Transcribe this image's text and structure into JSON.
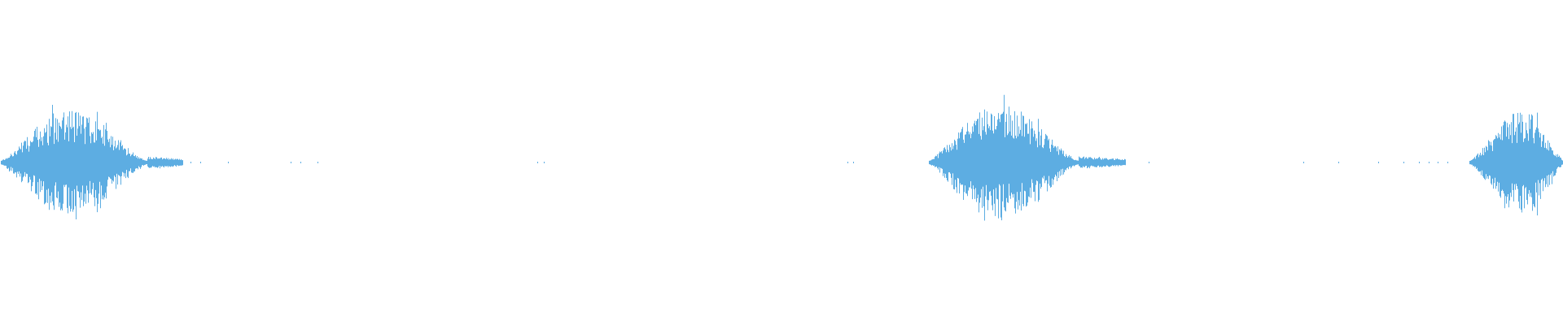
{
  "waveform": {
    "color": "#5dade2",
    "background": "#ffffff",
    "bursts": [
      {
        "name": "burst-1",
        "start": 0.0,
        "peak": 0.044,
        "end": 0.094,
        "amplitude": 0.62
      },
      {
        "name": "burst-2",
        "start": 0.594,
        "peak": 0.638,
        "end": 0.69,
        "amplitude": 0.7
      },
      {
        "name": "burst-3",
        "start": 0.94,
        "peak": 0.975,
        "end": 1.0,
        "amplitude": 0.62
      }
    ],
    "tails": [
      {
        "start": 0.094,
        "end": 0.117
      },
      {
        "start": 0.69,
        "end": 0.72
      }
    ],
    "sparse_ticks": [
      0.122,
      0.128,
      0.146,
      0.186,
      0.192,
      0.203,
      0.344,
      0.348,
      0.542,
      0.546,
      0.735,
      0.834,
      0.856,
      0.882,
      0.898,
      0.908,
      0.914,
      0.92,
      0.926
    ]
  }
}
